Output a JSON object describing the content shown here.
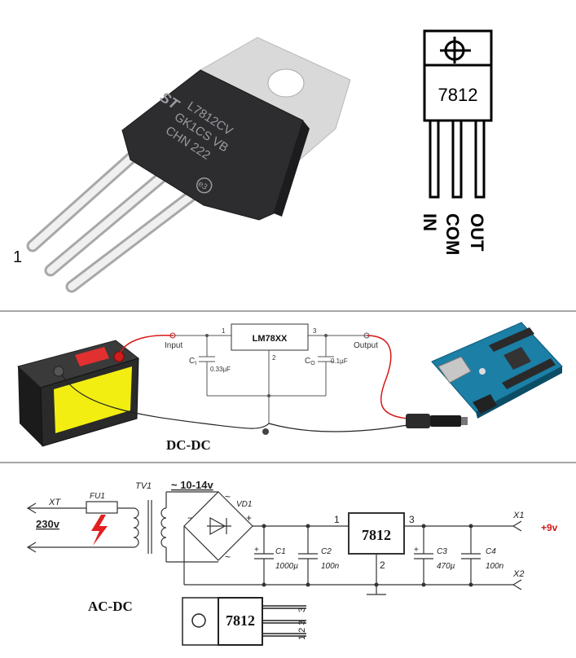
{
  "photo": {
    "figure_number": "1",
    "chip_marking": [
      "L7812CV",
      "GK1CS VB",
      "CHN 222"
    ],
    "chip_logo": "ST",
    "e3_mark": "e3"
  },
  "pinout": {
    "part": "7812",
    "pins": [
      "IN",
      "COM",
      "OUT"
    ]
  },
  "dc_dc": {
    "title": "DC-DC",
    "regulator": "LM78XX",
    "input_label": "Input",
    "output_label": "Output",
    "pin1": "1",
    "pin2": "2",
    "pin3": "3",
    "ci_label": "C",
    "ci_sub": "I",
    "ci_value": "0.33µF",
    "co_label": "C",
    "co_sub": "O",
    "co_value": "0.1µF"
  },
  "ac_dc": {
    "title": "AC-DC",
    "xt": "XT",
    "mains_voltage": "230v",
    "fuse": "FU1",
    "transformer": "TV1",
    "secondary_voltage": "~ 10-14v",
    "bridge": "VD1",
    "minus": "−",
    "plus": "+",
    "tilde_top": "~",
    "tilde_bottom": "~",
    "c1": "C1",
    "c1_value": "1000µ",
    "c2": "C2",
    "c2_value": "100n",
    "c3": "C3",
    "c3_value": "470µ",
    "c4": "C4",
    "c4_value": "100n",
    "c_plus": "+",
    "regulator": "7812",
    "pin1": "1",
    "pin2": "2",
    "pin3": "3",
    "x1": "X1",
    "x2": "X2",
    "output_voltage": "+9v",
    "package_part": "7812",
    "package_pins": "1 2 3",
    "package_pins_top": "3"
  },
  "colors": {
    "regulator_body": "#2d2d30",
    "tab_metal": "#d9d9d9",
    "battery_label": "#f2ee12",
    "red_wire": "#d81818",
    "board_blue": "#1b7fa6",
    "output_voltage": "#d01818"
  }
}
